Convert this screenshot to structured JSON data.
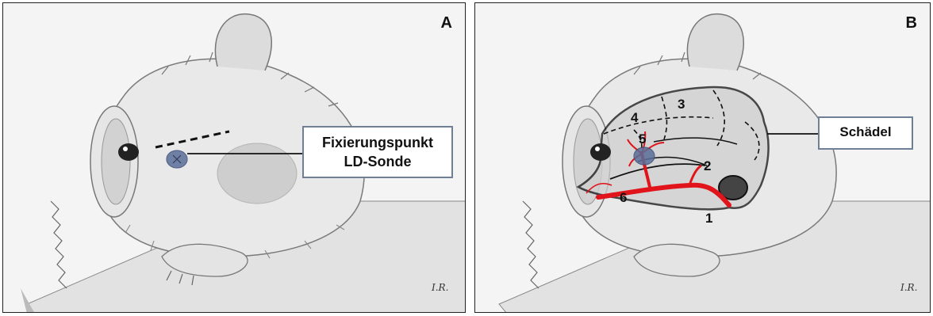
{
  "panel_a": {
    "letter": "A",
    "label_lines": [
      "Fixierungspunkt",
      "LD-Sonde"
    ],
    "signature": "I.R."
  },
  "panel_b": {
    "letter": "B",
    "label": "Schädel",
    "numbers": [
      "1",
      "2",
      "3",
      "4",
      "5",
      "6"
    ],
    "signature": "I.R."
  },
  "colors": {
    "vessel": "#e0141a",
    "probe": "#5a6e9a",
    "box_border": "#6f7f96",
    "sketch": "#777777"
  }
}
